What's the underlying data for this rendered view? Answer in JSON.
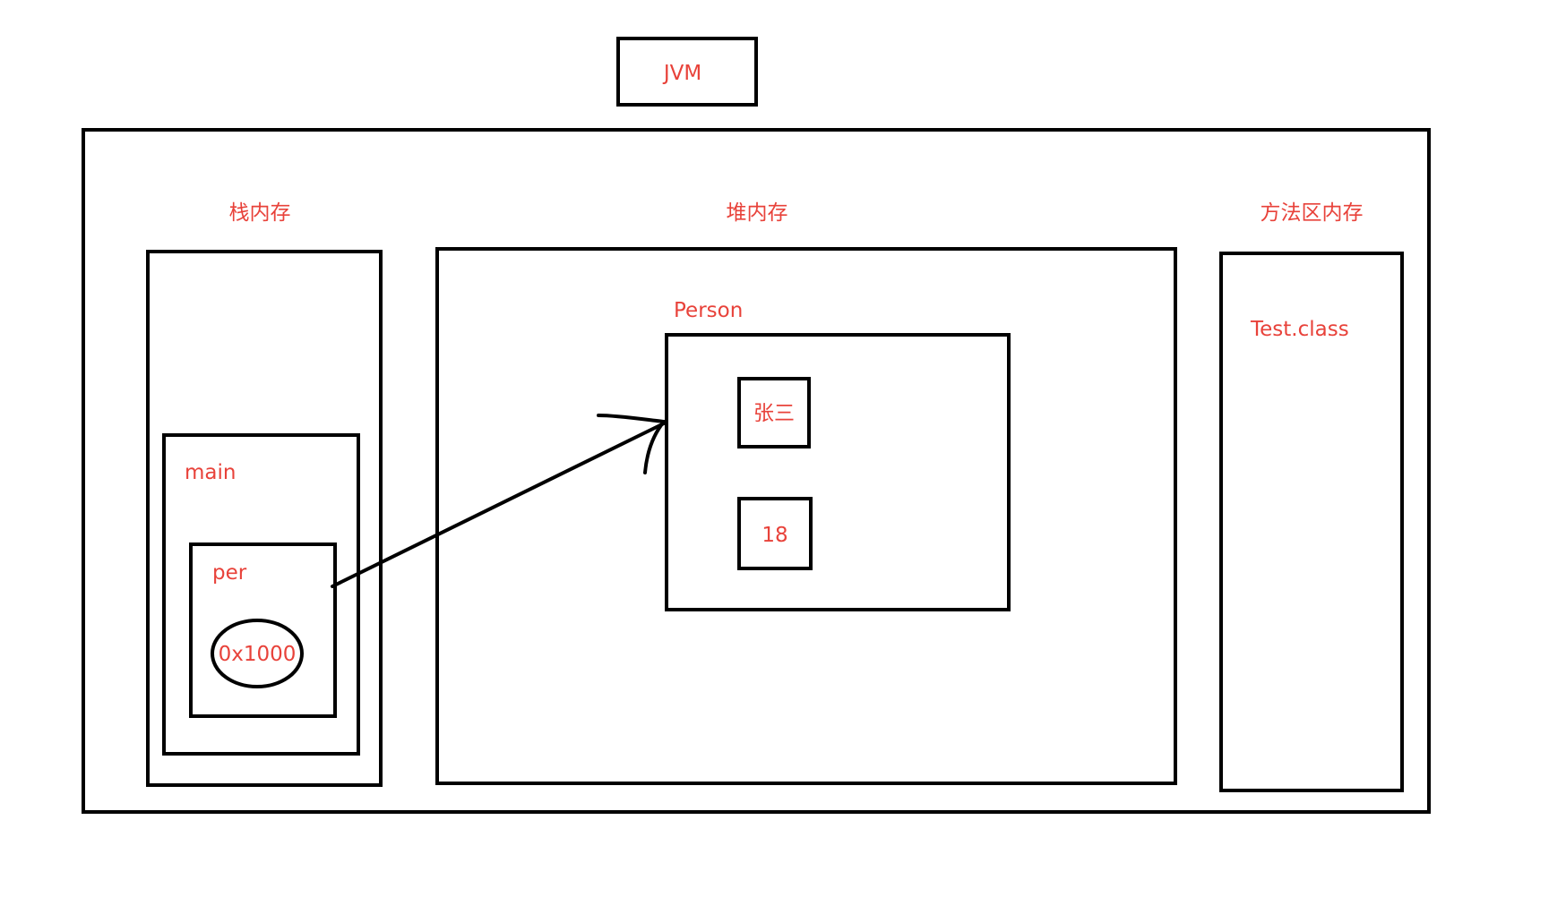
{
  "colors": {
    "label": "#e8423a",
    "stroke": "#000000",
    "background": "#ffffff"
  },
  "jvm": {
    "label": "JVM"
  },
  "stack": {
    "label": "栈内存",
    "frame": {
      "label": "main",
      "variable": {
        "label": "per",
        "reference": "0x1000"
      }
    }
  },
  "heap": {
    "label": "堆内存",
    "object": {
      "label": "Person",
      "fields": [
        "张三",
        "18"
      ]
    }
  },
  "method_area": {
    "label": "方法区内存",
    "entry": "Test.class"
  }
}
